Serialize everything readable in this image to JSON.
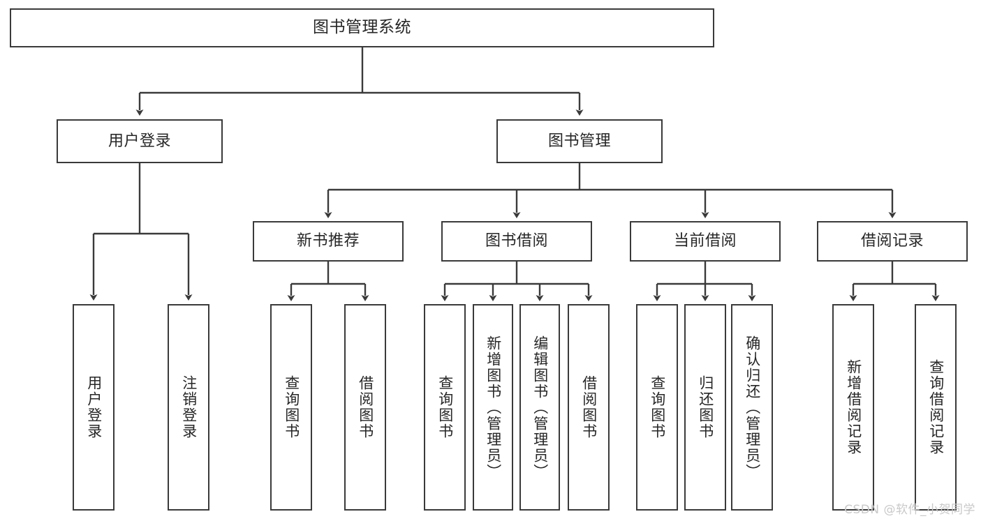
{
  "diagram": {
    "title": "图书管理系统",
    "type": "hierarchy-tree",
    "background_color": "#ffffff",
    "box_border_color": "#3a3a3a",
    "box_fill_color": "#ffffff",
    "text_color": "#262626",
    "connector_color": "#3a3a3a"
  },
  "nodes": {
    "root": {
      "label": "图书管理系统",
      "level": 1
    },
    "level2": [
      {
        "id": "user-login",
        "label": "用户登录"
      },
      {
        "id": "book-management",
        "label": "图书管理"
      }
    ],
    "level3": [
      {
        "id": "new-book-recommend",
        "label": "新书推荐",
        "parent": "book-management"
      },
      {
        "id": "book-borrow",
        "label": "图书借阅",
        "parent": "book-management"
      },
      {
        "id": "current-borrow",
        "label": "当前借阅",
        "parent": "book-management"
      },
      {
        "id": "borrow-record",
        "label": "借阅记录",
        "parent": "book-management"
      }
    ],
    "leaves": [
      {
        "id": "leaf-user-login",
        "label": "用户登录",
        "parent": "user-login"
      },
      {
        "id": "leaf-logout",
        "label": "注销登录",
        "parent": "user-login"
      },
      {
        "id": "leaf-query-book-1",
        "label": "查询图书",
        "parent": "new-book-recommend"
      },
      {
        "id": "leaf-borrow-book-1",
        "label": "借阅图书",
        "parent": "new-book-recommend"
      },
      {
        "id": "leaf-query-book-2",
        "label": "查询图书",
        "parent": "book-borrow"
      },
      {
        "id": "leaf-add-book",
        "label": "新增图书（管理员）",
        "parent": "book-borrow"
      },
      {
        "id": "leaf-edit-book",
        "label": "编辑图书（管理员）",
        "parent": "book-borrow"
      },
      {
        "id": "leaf-borrow-book-2",
        "label": "借阅图书",
        "parent": "book-borrow"
      },
      {
        "id": "leaf-query-book-3",
        "label": "查询图书",
        "parent": "current-borrow"
      },
      {
        "id": "leaf-return-book",
        "label": "归还图书",
        "parent": "current-borrow"
      },
      {
        "id": "leaf-confirm-return",
        "label": "确认归还（管理员）",
        "parent": "current-borrow"
      },
      {
        "id": "leaf-add-record",
        "label": "新增借阅记录",
        "parent": "borrow-record"
      },
      {
        "id": "leaf-query-record",
        "label": "查询借阅记录",
        "parent": "borrow-record"
      }
    ]
  },
  "watermark": {
    "text": "CSDN @软件_小贺同学"
  }
}
